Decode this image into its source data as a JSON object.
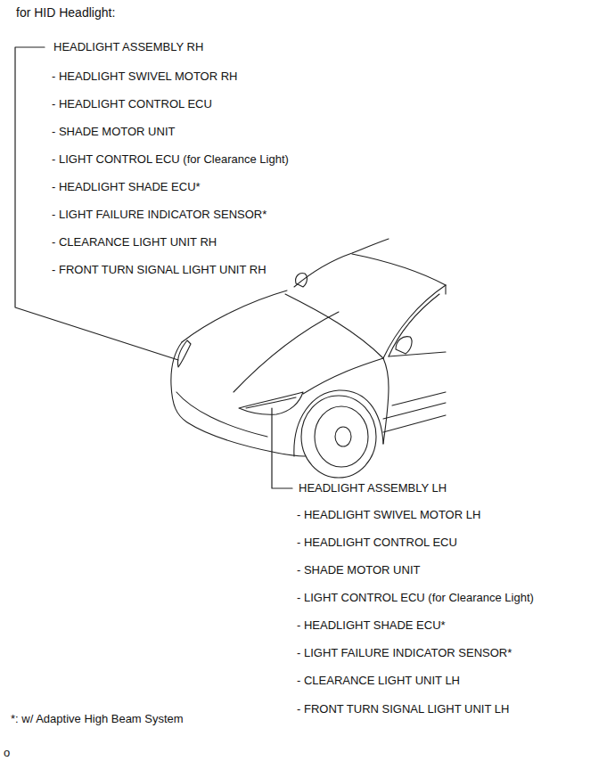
{
  "diagram": {
    "title": "for HID Headlight:",
    "labels": [
      "HEADLIGHT ASSEMBLY RH",
      "- HEADLIGHT SWIVEL MOTOR RH",
      "- HEADLIGHT CONTROL ECU",
      "- SHADE MOTOR UNIT",
      "- LIGHT CONTROL ECU (for Clearance Light)",
      "- HEADLIGHT SHADE ECU*",
      "- LIGHT FAILURE INDICATOR SENSOR*",
      "- CLEARANCE LIGHT UNIT RH",
      "- FRONT TURN SIGNAL LIGHT UNIT RH",
      "HEADLIGHT ASSEMBLY LH",
      "- HEADLIGHT SWIVEL MOTOR LH",
      "- HEADLIGHT CONTROL ECU",
      "- SHADE MOTOR UNIT",
      "- LIGHT CONTROL ECU (for Clearance Light)",
      "- HEADLIGHT SHADE ECU*",
      "- LIGHT FAILURE INDICATOR SENSOR*",
      "- CLEARANCE LIGHT UNIT LH",
      "- FRONT TURN SIGNAL LIGHT UNIT LH",
      "*: w/ Adaptive High Beam System",
      "o"
    ]
  }
}
